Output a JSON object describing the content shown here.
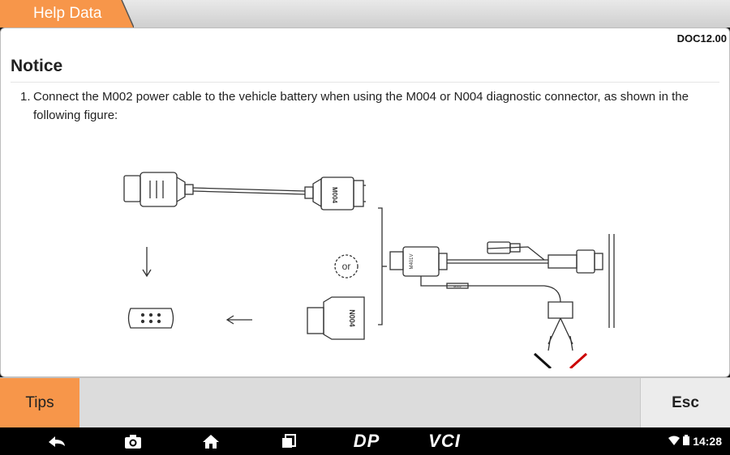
{
  "header": {
    "title": "Help Data",
    "accent": "#f7964a"
  },
  "document": {
    "id": "DOC12.00",
    "heading": "Notice",
    "item_number": "1.",
    "item_text": "Connect the M002 power cable to the vehicle battery when using the M004 or N004 diagnostic connector, as shown in the following figure:"
  },
  "figure": {
    "connector_a_label": "M004",
    "connector_b_label": "N004",
    "or_label": "or",
    "vci_label": "M401V",
    "cable_label": "M002",
    "battery_minus": "—",
    "battery_plus": "+"
  },
  "bottombar": {
    "tips_label": "Tips",
    "esc_label": "Esc"
  },
  "navbar": {
    "back_icon": "back-arrow-icon",
    "camera_icon": "camera-icon",
    "home_icon": "home-icon",
    "recent_icon": "recent-apps-icon",
    "dp_label": "DP",
    "vci_label": "VCI",
    "time": "14:28"
  }
}
